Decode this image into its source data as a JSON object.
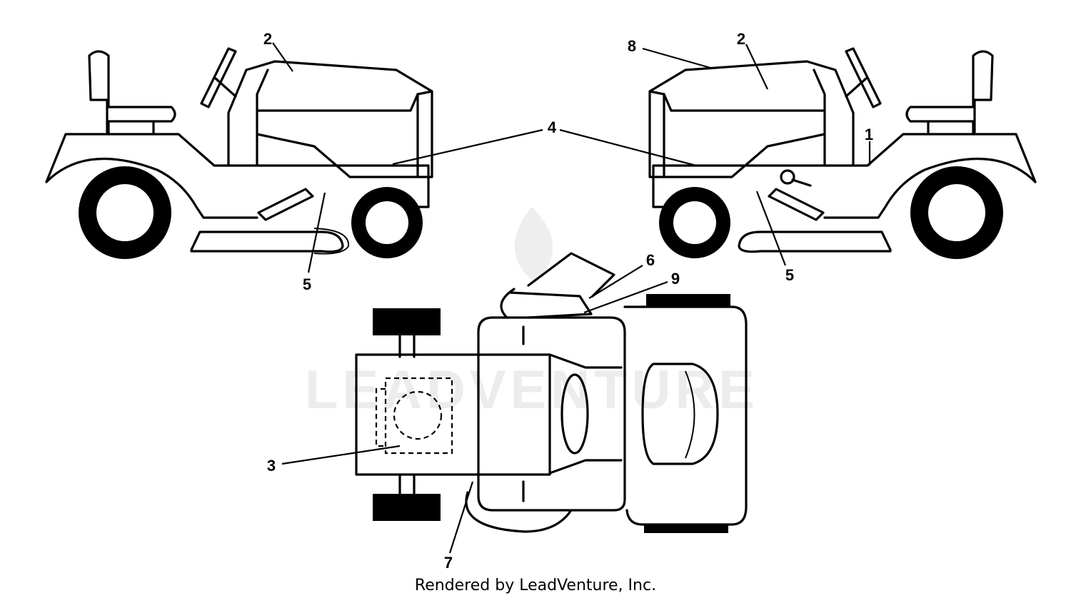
{
  "watermark": "LEADVENTURE",
  "footer": "Rendered by LeadVenture, Inc.",
  "callouts": {
    "c1": "1",
    "c2a": "2",
    "c2b": "2",
    "c3": "3",
    "c4": "4",
    "c5a": "5",
    "c5b": "5",
    "c6": "6",
    "c7": "7",
    "c8": "8",
    "c9": "9"
  }
}
